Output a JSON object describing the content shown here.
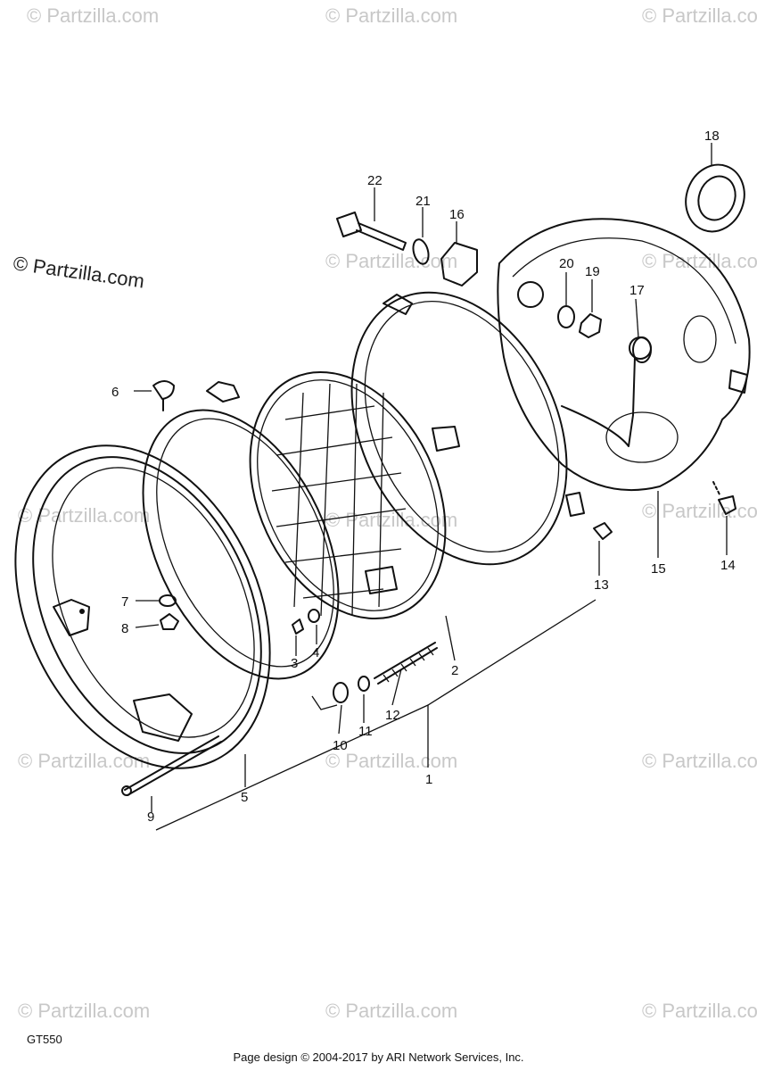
{
  "watermark_text": "© Partzilla.com",
  "callouts": [
    "1",
    "2",
    "3",
    "4",
    "5",
    "6",
    "7",
    "8",
    "9",
    "10",
    "11",
    "12",
    "13",
    "14",
    "15",
    "16",
    "17",
    "18",
    "19",
    "20",
    "21",
    "22"
  ],
  "model_code": "GT550",
  "footer": "Page design © 2004-2017 by ARI Network Services, Inc."
}
